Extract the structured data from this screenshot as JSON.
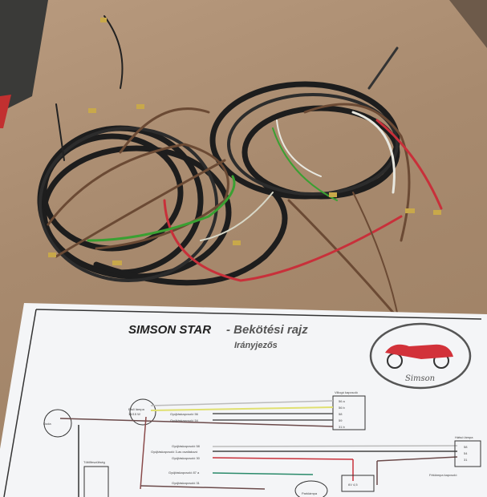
{
  "diagram": {
    "title": "SIMSON STAR",
    "title_suffix": "- Bekötési rajz",
    "subtitle": "Irányjezős",
    "logo_text": "Simson",
    "labels": {
      "headlamp": "Első lámpa",
      "headlamp_watt": "15/15 W",
      "horn": "Duda",
      "switch_top": "Villogó kapcsoló",
      "ign56": "Gyújtáskapcsoló 56",
      "ign54": "Gyújtáskapcsoló 54",
      "ign58": "Gyújtáskapcsoló 58",
      "ign_3": "Gyújtáskapcsoló 3-as csatlakozó",
      "ign30": "Gyújtáskapcsoló 30",
      "ign87": "Gyújtáskapcsoló 87 a",
      "ign31": "Gyújtáskapcsoló 31",
      "rear_lamp": "Hátsó lámpa",
      "brake_switch": "Féklámpa kapcsoló",
      "charging": "Töltőfeszültség",
      "battery": "6V 4,5",
      "park": "Parklámpa",
      "pin_56a": "56 a",
      "pin_56b": "56 b",
      "pin_58": "58",
      "pin_59": "59",
      "pin_31b": "31 b",
      "pin_r58": "58",
      "pin_r54": "54",
      "pin_r31": "31"
    }
  },
  "colors": {
    "cardboard": "#a88a6e",
    "paper": "#f4f5f7",
    "wire_red": "#c8303a",
    "wire_brown": "#6b4a34"
  }
}
